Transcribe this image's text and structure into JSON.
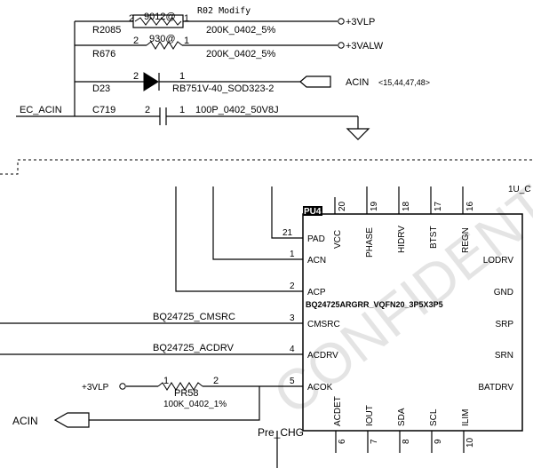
{
  "top_block": {
    "r2085": {
      "ref": "R2085",
      "pin2": "2",
      "value": "9012@",
      "pin1": "1",
      "note": "R02 Modify",
      "net": "+3VLP",
      "part": "200K_0402_5%"
    },
    "r676": {
      "ref": "R676",
      "pin2": "2",
      "value": "930@",
      "pin1": "1",
      "net": "+3VALW",
      "part": "200K_0402_5%"
    },
    "d23": {
      "ref": "D23",
      "pin2": "2",
      "pin1": "1",
      "part": "RB751V-40_SOD323-2",
      "net": "ACIN",
      "pages": "<15,44,47,48>"
    },
    "c719": {
      "ref": "C719",
      "net_in": "EC_ACIN",
      "pin2": "2",
      "pin1": "1",
      "part": "100P_0402_50V8J"
    }
  },
  "chip": {
    "ref": "PU4",
    "part": "BQ24725ARGRR_VQFN20_3P5X3P5",
    "top_corner_label": "1U_C",
    "left_pins": [
      {
        "num": "21",
        "name": "PAD"
      },
      {
        "num": "1",
        "name": "ACN"
      },
      {
        "num": "2",
        "name": "ACP"
      },
      {
        "num": "3",
        "name": "CMSRC"
      },
      {
        "num": "4",
        "name": "ACDRV"
      },
      {
        "num": "5",
        "name": "ACOK"
      }
    ],
    "top_pins": [
      {
        "num": "20",
        "name": "VCC"
      },
      {
        "num": "19",
        "name": "PHASE"
      },
      {
        "num": "18",
        "name": "HIDRV"
      },
      {
        "num": "17",
        "name": "BTST"
      },
      {
        "num": "16",
        "name": "REGN"
      }
    ],
    "right_pins": [
      "LODRV",
      "GND",
      "SRP",
      "SRN",
      "BATDRV"
    ],
    "bottom_pins": [
      {
        "num": "6",
        "name": "ACDET"
      },
      {
        "num": "7",
        "name": "IOUT"
      },
      {
        "num": "8",
        "name": "SDA"
      },
      {
        "num": "9",
        "name": "SCL"
      },
      {
        "num": "10",
        "name": "ILIM"
      }
    ]
  },
  "nets": {
    "cmsrc": "BQ24725_CMSRC",
    "acdrv": "BQ24725_ACDRV",
    "vlp": "+3VLP",
    "acin": "ACIN",
    "pre_chg": "Pre_CHG"
  },
  "pr58": {
    "ref": "PR58",
    "pin1": "1",
    "pin2": "2",
    "part": "100K_0402_1%"
  },
  "watermark": "CONFIDENTIAL"
}
